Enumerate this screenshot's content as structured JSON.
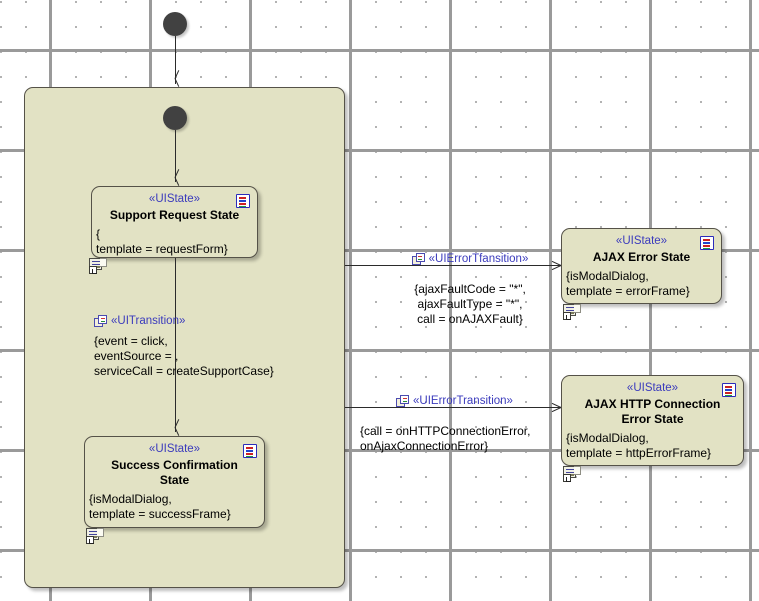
{
  "diagram": {
    "type": "uml-state-machine-diagram",
    "background_color": "#ffffff",
    "element_fill_color": "#e2e2c4",
    "stereotype_color": "#3b3bbd",
    "line_color": "#2b2b2b"
  },
  "composite_state": {
    "name": "",
    "icons": {
      "initial_node": "initial-node"
    }
  },
  "nodes": {
    "outer_initial": "initial-node",
    "inner_initial": "initial-node"
  },
  "states": [
    {
      "id": "support-request-state",
      "stereotype": "«UIState»",
      "name": "Support Request State",
      "properties": "{\ntemplate = requestForm}",
      "list_icon": "list-icon",
      "doc_icon": "document-shortcut-icon"
    },
    {
      "id": "success-confirmation-state",
      "stereotype": "«UIState»",
      "name": "Success Confirmation\nState",
      "properties": "{isModalDialog,\ntemplate = successFrame}",
      "list_icon": "list-icon",
      "doc_icon": "document-shortcut-icon"
    },
    {
      "id": "ajax-error-state",
      "stereotype": "«UIState»",
      "name": "AJAX Error State",
      "properties": "{isModalDialog,\ntemplate = errorFrame}",
      "list_icon": "list-icon",
      "doc_icon": "document-shortcut-icon"
    },
    {
      "id": "ajax-http-connection-error-state",
      "stereotype": "«UIState»",
      "name": "AJAX HTTP Connection\nError State",
      "properties": "{isModalDialog,\ntemplate = httpErrorFrame}",
      "list_icon": "list-icon",
      "doc_icon": "document-shortcut-icon"
    }
  ],
  "transitions": [
    {
      "id": "ui-transition-success",
      "stereotype": "«UITransition»",
      "body": "{event = click,\neventSource = ,\nserviceCall = createSupportCase}",
      "icon": "transition-icon"
    },
    {
      "id": "ui-error-transition-ajax-fault",
      "stereotype": "«UIErrorTfansition»",
      "body": "{ajaxFaultCode = \"*\",\najaxFaultType = \"*\",\ncall = onAJAXFault}",
      "icon": "transition-icon"
    },
    {
      "id": "ui-error-transition-http",
      "stereotype": "«UIErrorTransition»",
      "body": "{call = onHTTPConnectionError,\nonAjaxConnectionError}",
      "icon": "transition-icon"
    }
  ]
}
